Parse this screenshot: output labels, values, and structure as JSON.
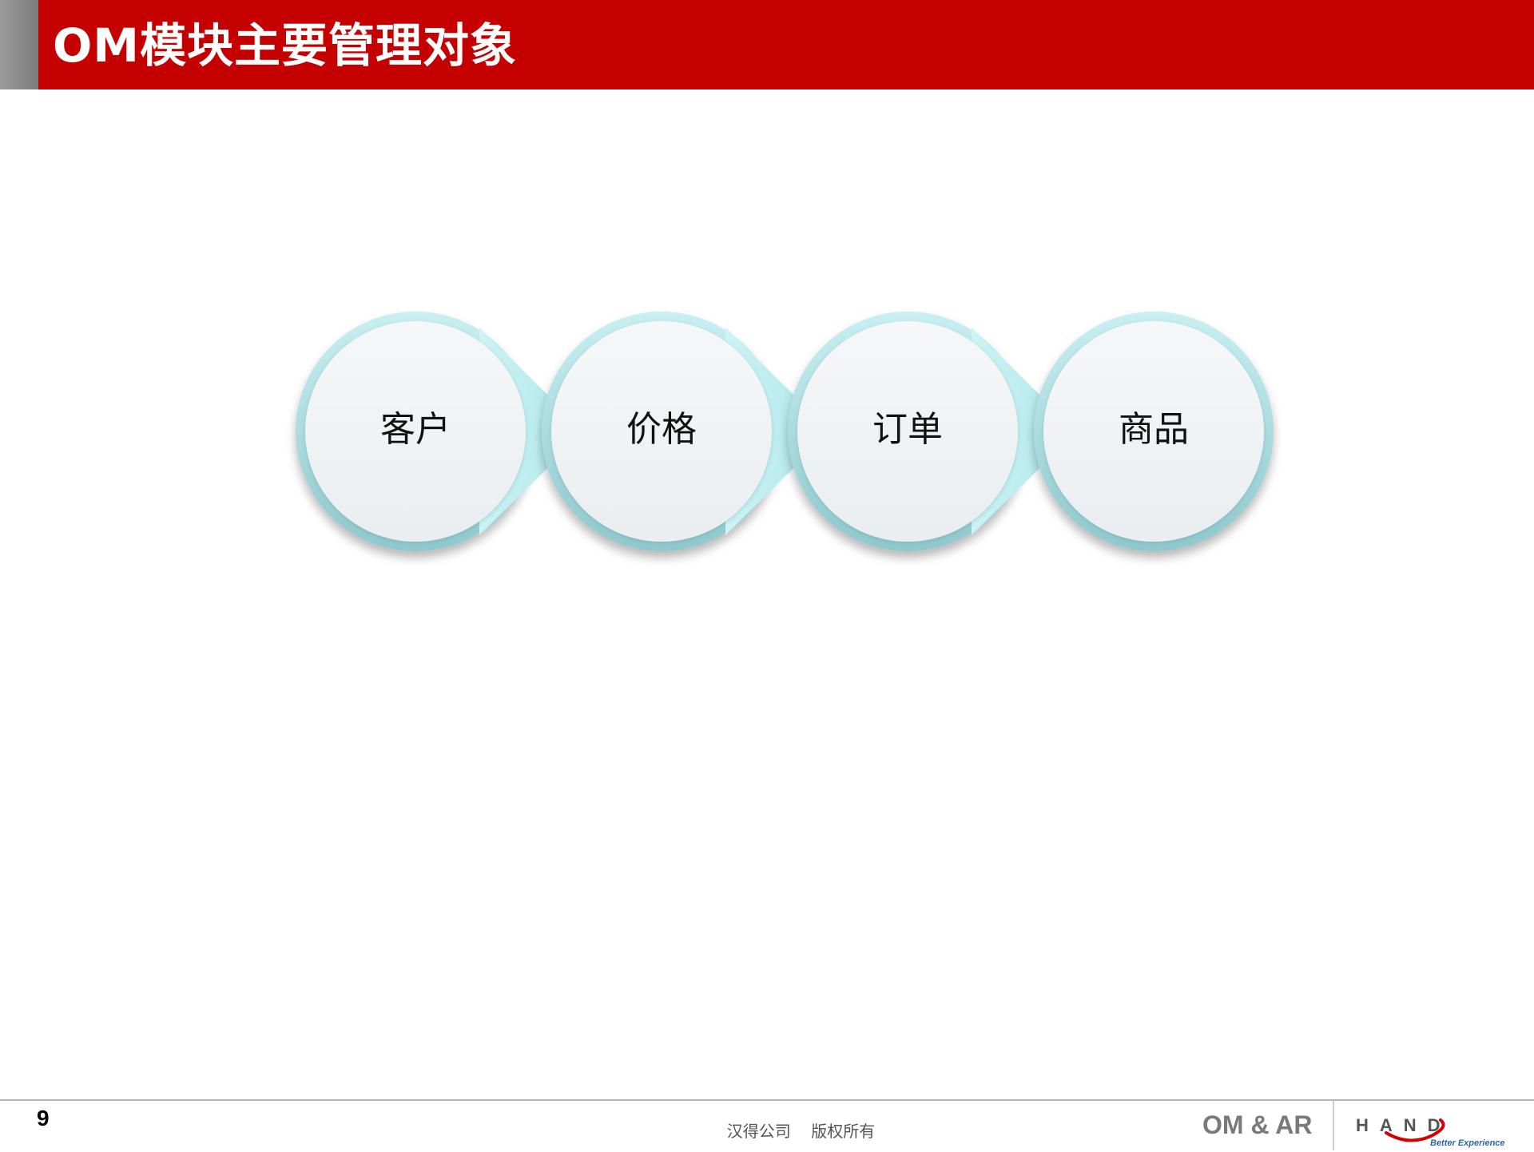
{
  "header": {
    "title": "OM模块主要管理对象"
  },
  "diagram": {
    "nodes": [
      {
        "label": "客户"
      },
      {
        "label": "价格"
      },
      {
        "label": "订单"
      },
      {
        "label": "商品"
      }
    ],
    "colors": {
      "ring": "#a9dde2",
      "arrow": "#bdeff2",
      "disc": "#f1f4f5"
    }
  },
  "footer": {
    "page_number": "9",
    "copyright": "汉得公司    版权所有",
    "course": "OM & AR",
    "logo_text": "HAND",
    "logo_tagline": "Better Experience"
  },
  "colors": {
    "title_bar": "#c40000",
    "left_block": "#8c8c8c"
  }
}
